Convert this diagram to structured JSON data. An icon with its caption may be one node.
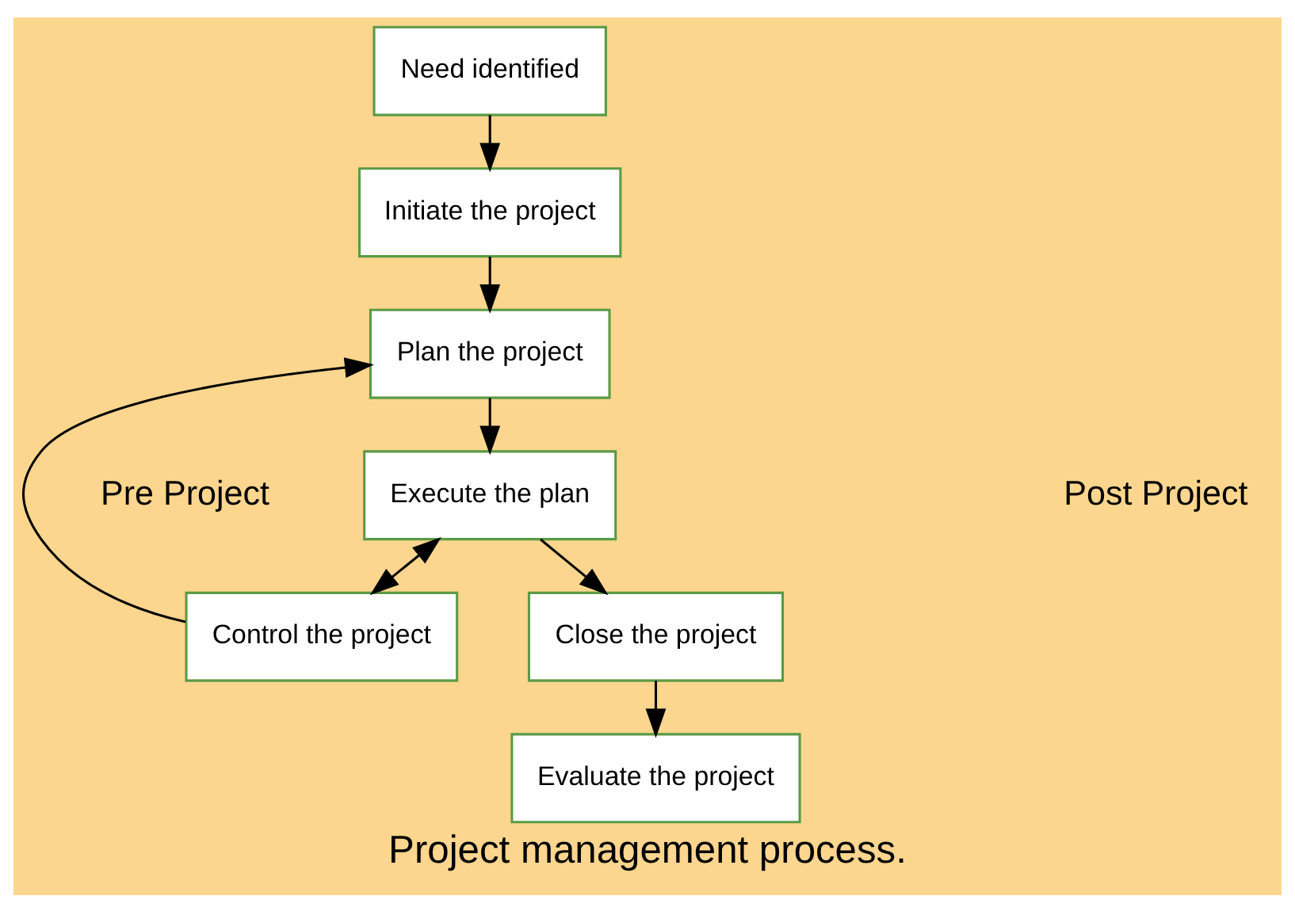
{
  "diagram": {
    "caption": "Project management process.",
    "nodes": [
      {
        "text": [
          "Need identified"
        ]
      },
      {
        "text": [
          "Initiate the project"
        ]
      },
      {
        "text": [
          "Plan the project"
        ]
      },
      {
        "text": [
          "Execute the plan"
        ]
      },
      {
        "text": [
          "Control the project"
        ]
      },
      {
        "text": [
          "Close the project"
        ]
      },
      {
        "text": [
          "Evaluate the project"
        ]
      }
    ],
    "edges": [
      {
        "from": 0,
        "to": 1,
        "arrow": "to"
      },
      {
        "from": 1,
        "to": 2,
        "arrow": "to"
      },
      {
        "from": 2,
        "to": 3,
        "arrow": "to"
      },
      {
        "from": 3,
        "to": 4,
        "arrow": "both"
      },
      {
        "from": 4,
        "to": 2,
        "arrow": "to"
      },
      {
        "from": 3,
        "to": 5,
        "arrow": "to"
      },
      {
        "from": 5,
        "to": 6,
        "arrow": "to"
      }
    ],
    "labels": [
      "Pre Project",
      "Post Project"
    ]
  }
}
